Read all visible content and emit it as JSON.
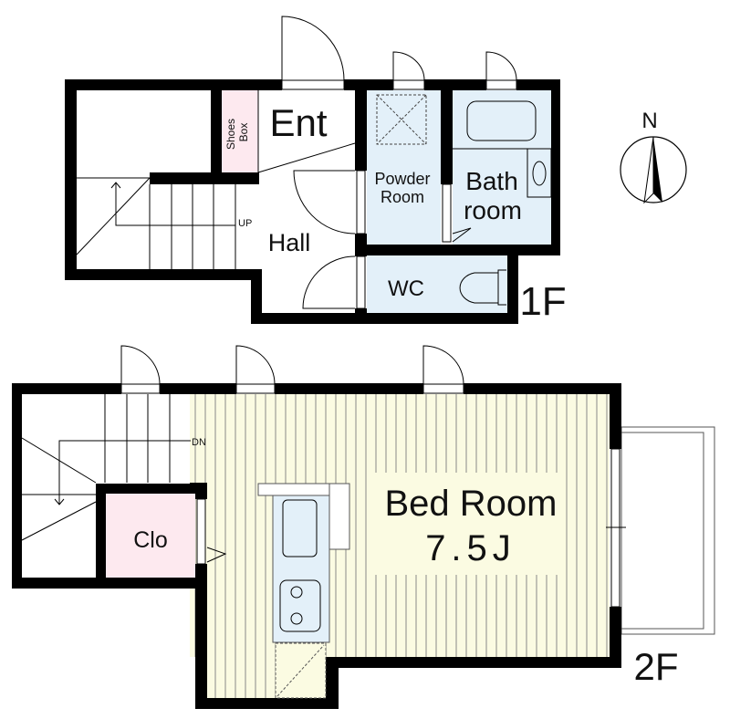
{
  "compass": {
    "label": "N"
  },
  "floor1": {
    "label": "1F",
    "rooms": {
      "entrance": "Ent",
      "shoes_box_line1": "Shoes",
      "shoes_box_line2": "Box",
      "powder_line1": "Powder",
      "powder_line2": "Room",
      "bath_line1": "Bath",
      "bath_line2": "room",
      "hall": "Hall",
      "wc": "WC",
      "stairs": "UP"
    }
  },
  "floor2": {
    "label": "2F",
    "rooms": {
      "bedroom": "Bed Room",
      "bedroom_size": "7.5J",
      "closet": "Clo",
      "stairs": "DN"
    }
  },
  "colors": {
    "wet_area": "#e3f0f9",
    "closet": "#fde9ef",
    "flooring": "#fbfbe2",
    "wall": "#000000"
  }
}
